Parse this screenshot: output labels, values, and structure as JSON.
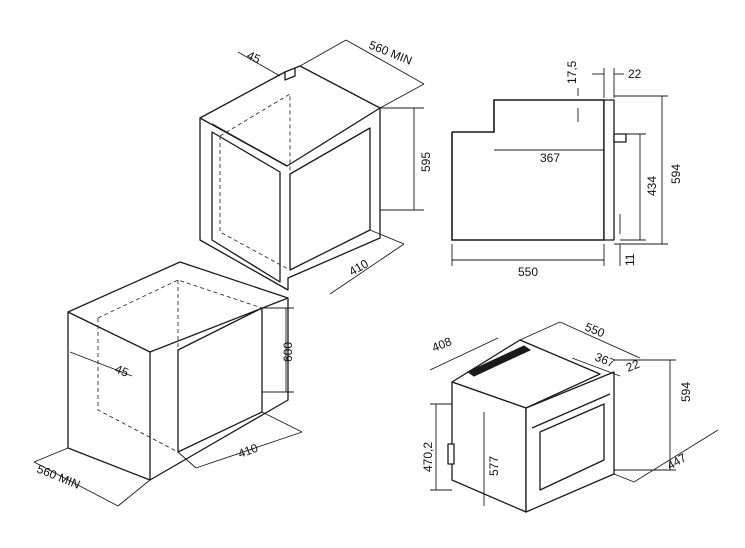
{
  "labels": {
    "upper_depth_top": "45",
    "upper_width": "560 MIN",
    "upper_height": "595",
    "upper_depth": "410",
    "lower_depth_side": "45",
    "lower_height": "600",
    "lower_depth": "410",
    "lower_width": "560 MIN",
    "side_top_offset": "17,5",
    "side_panel": "22",
    "side_inner_depth": "367",
    "side_door_height": "434",
    "side_total_height": "594",
    "side_bottom": "11",
    "side_depth": "550",
    "iso_side_depth": "408",
    "iso_depth": "550",
    "iso_inner": "367",
    "iso_panel": "22",
    "iso_height": "594",
    "iso_left_height": "470,2",
    "iso_front_height": "577",
    "iso_width": "447"
  }
}
